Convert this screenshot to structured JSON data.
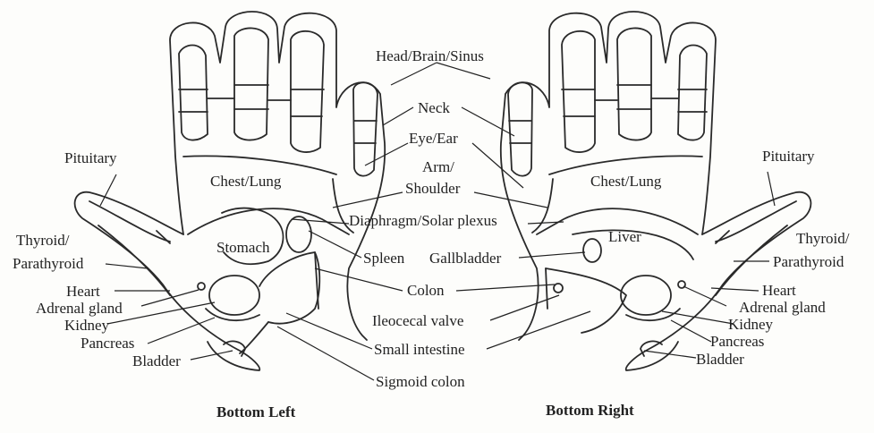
{
  "labels": {
    "head_brain_sinus": "Head/Brain/Sinus",
    "neck": "Neck",
    "eye_ear": "Eye/Ear",
    "arm": "Arm/",
    "shoulder": "Shoulder",
    "diaphragm": "Diaphragm/Solar plexus",
    "spleen": "Spleen",
    "gallbladder": "Gallbladder",
    "colon": "Colon",
    "ileocecal": "Ileocecal valve",
    "small_intestine": "Small intestine",
    "sigmoid": "Sigmoid colon",
    "pituitary_left": "Pituitary",
    "pituitary_right": "Pituitary",
    "chest_lung_left": "Chest/Lung",
    "chest_lung_right": "Chest/Lung",
    "thyroid_left": "Thyroid/",
    "parathyroid_left": "Parathyroid",
    "thyroid_right": "Thyroid/",
    "parathyroid_right": "Parathyroid",
    "stomach": "Stomach",
    "liver": "Liver",
    "heart_left": "Heart",
    "heart_right": "Heart",
    "adrenal_left": "Adrenal gland",
    "adrenal_right": "Adrenal gland",
    "kidney_left": "Kidney",
    "kidney_right": "Kidney",
    "pancreas_left": "Pancreas",
    "pancreas_right": "Pancreas",
    "bladder_left": "Bladder",
    "bladder_right": "Bladder"
  },
  "captions": {
    "left": "Bottom Left",
    "right": "Bottom Right"
  }
}
